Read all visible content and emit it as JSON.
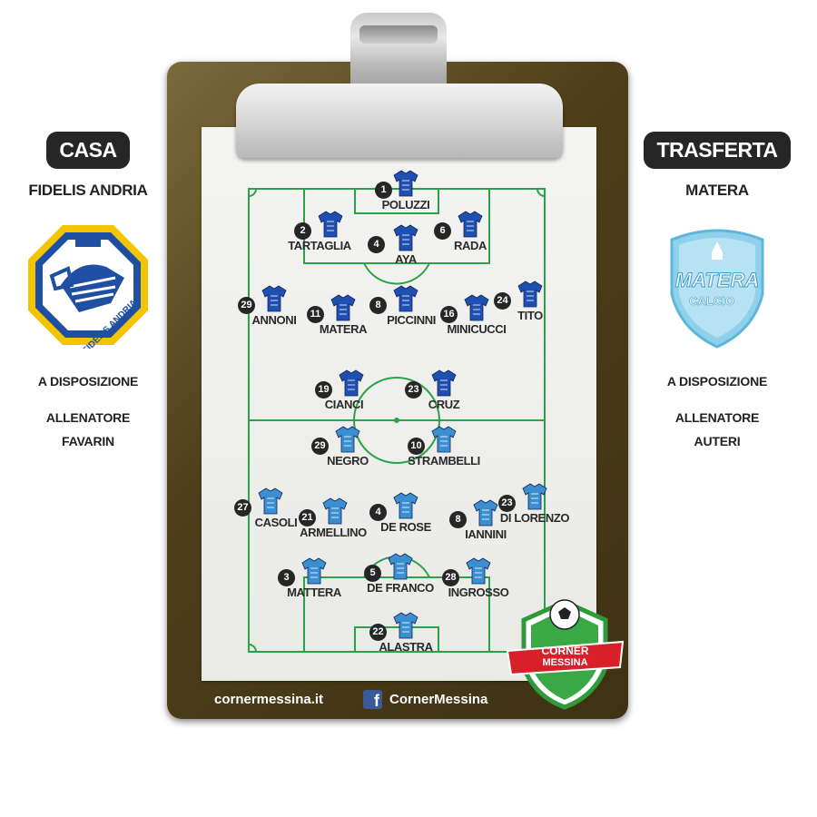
{
  "home": {
    "tag": "CASA",
    "team": "FIDELIS ANDRIA",
    "crest_text": "FIDELIS ANDRIA",
    "bench_label": "A DISPOSIZIONE",
    "coach_label": "ALLENATORE",
    "coach": "FAVARIN",
    "shirt_color": "#1f4fb0"
  },
  "away": {
    "tag": "TRASFERTA",
    "team": "MATERA",
    "crest_text_1": "MATERA",
    "crest_text_2": "CALCIO",
    "bench_label": "A DISPOSIZIONE",
    "coach_label": "ALLENATORE",
    "coach": "AUTERI",
    "shirt_color": "#3b8fd1"
  },
  "footer": {
    "site": "cornermessina.it",
    "facebook": "CornerMessina"
  },
  "badge": {
    "line1": "CORNER",
    "line2": "MESSINA"
  },
  "home_players": [
    {
      "num": "1",
      "name": "POLUZZI"
    },
    {
      "num": "2",
      "name": "TARTAGLIA"
    },
    {
      "num": "4",
      "name": "AYA"
    },
    {
      "num": "6",
      "name": "RADA"
    },
    {
      "num": "29",
      "name": "ANNONI"
    },
    {
      "num": "11",
      "name": "MATERA"
    },
    {
      "num": "8",
      "name": "PICCINNI"
    },
    {
      "num": "16",
      "name": "MINICUCCI"
    },
    {
      "num": "24",
      "name": "TITO"
    },
    {
      "num": "19",
      "name": "CIANCI"
    },
    {
      "num": "23",
      "name": "CRUZ"
    }
  ],
  "away_players": [
    {
      "num": "29",
      "name": "NEGRO"
    },
    {
      "num": "10",
      "name": "STRAMBELLI"
    },
    {
      "num": "27",
      "name": "CASOLI"
    },
    {
      "num": "21",
      "name": "ARMELLINO"
    },
    {
      "num": "4",
      "name": "DE ROSE"
    },
    {
      "num": "8",
      "name": "IANNINI"
    },
    {
      "num": "23",
      "name": "DI LORENZO"
    },
    {
      "num": "3",
      "name": "MATTERA"
    },
    {
      "num": "5",
      "name": "DE FRANCO"
    },
    {
      "num": "28",
      "name": "INGROSSO"
    },
    {
      "num": "22",
      "name": "ALASTRA"
    }
  ]
}
